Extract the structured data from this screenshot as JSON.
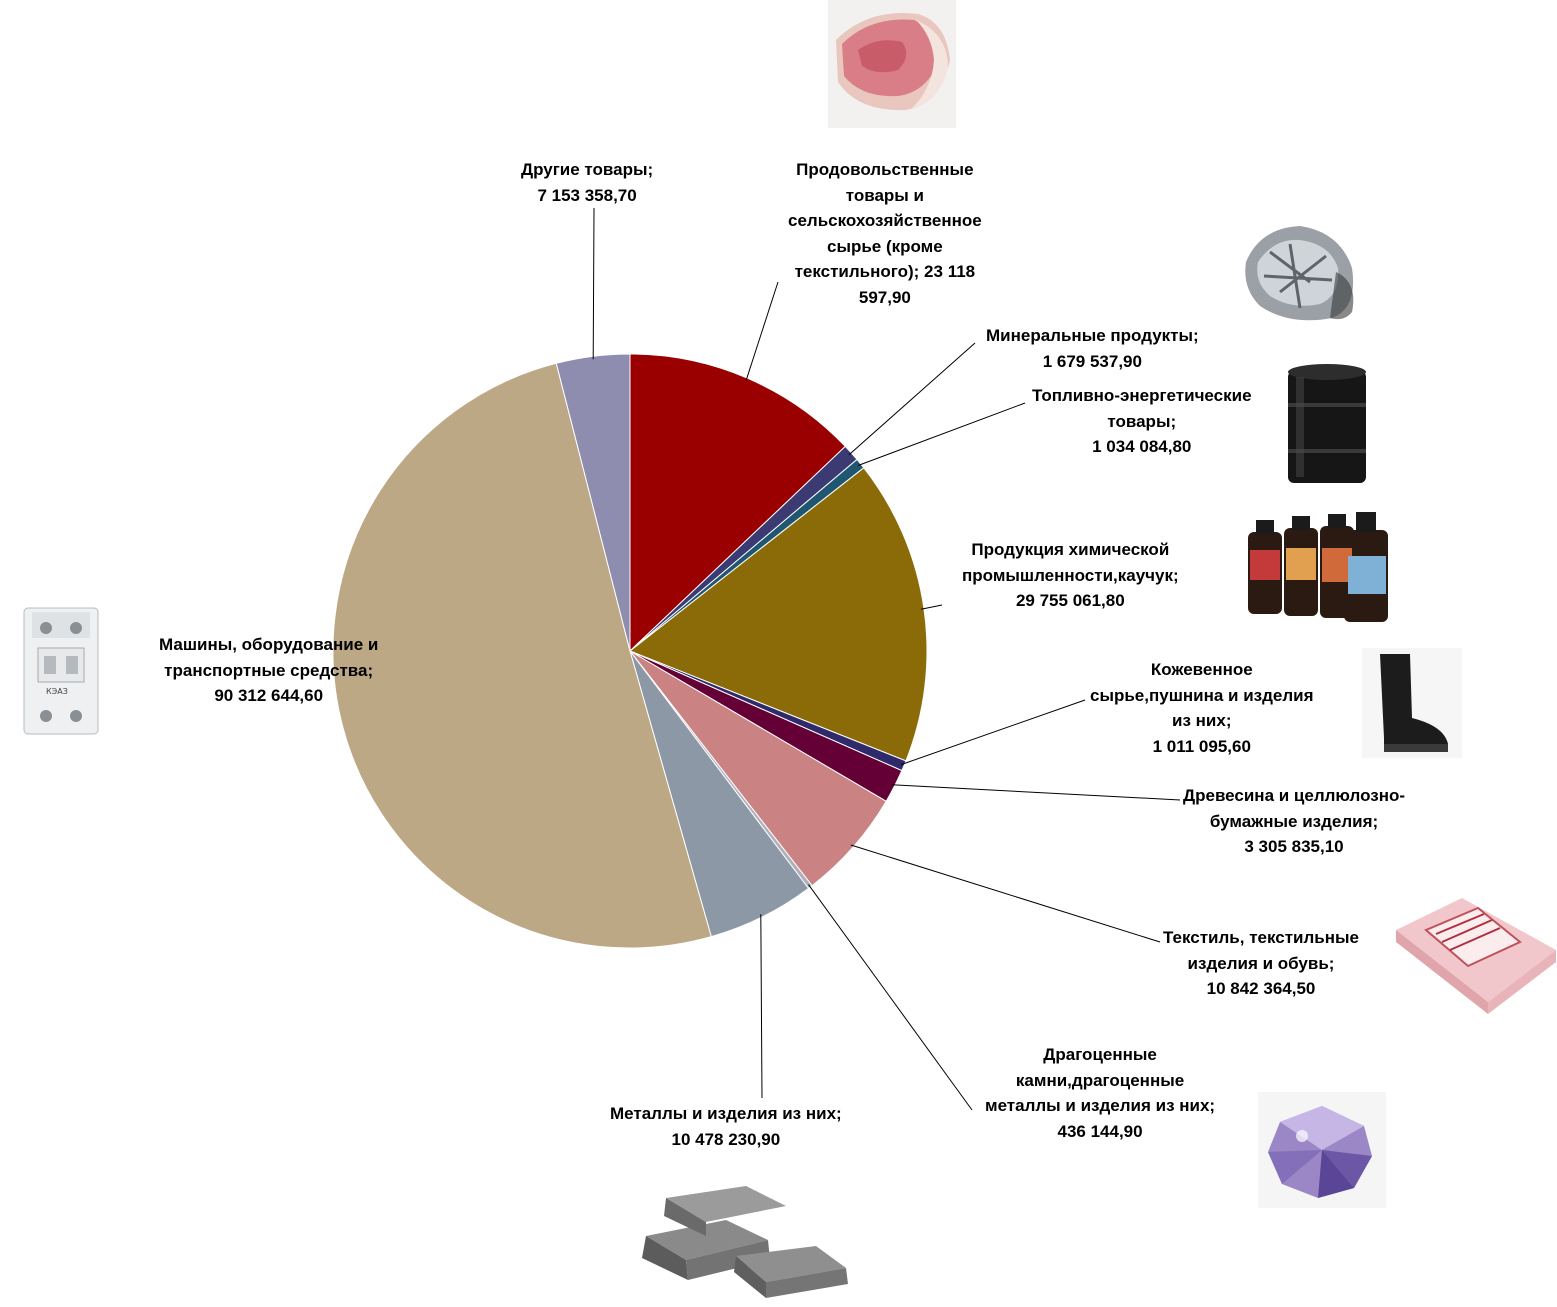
{
  "chart_data": {
    "type": "pie",
    "title": "",
    "start_angle_deg": 0,
    "direction": "clockwise",
    "slices": [
      {
        "label": "Продовольственные товары и сельскохозяйственное сырье (кроме текстильного)",
        "value": 23118597.9,
        "value_text": "23 118 597,90",
        "color": "#9b0000",
        "label_lines": [
          "Продовольственные",
          "товары и",
          "сельскохозяйственное",
          "сырье (кроме",
          "текстильного); 23 118",
          "597,90"
        ]
      },
      {
        "label": "Минеральные продукты",
        "value": 1679537.9,
        "value_text": "1 679 537,90",
        "color": "#3b3a72",
        "label_lines": [
          "Минеральные продукты;",
          "1 679 537,90"
        ]
      },
      {
        "label": "Топливно-энергетические товары",
        "value": 1034084.8,
        "value_text": "1 034 084,80",
        "color": "#1f5672",
        "label_lines": [
          "Топливно-энергетические",
          "товары;",
          "1 034 084,80"
        ]
      },
      {
        "label": "Продукция химической промышленности,каучук",
        "value": 29755061.8,
        "value_text": "29 755 061,80",
        "color": "#8b6b08",
        "label_lines": [
          "Продукция химической",
          "промышленности,каучук;",
          "29 755 061,80"
        ]
      },
      {
        "label": "Кожевенное сырье,пушнина и изделия из них",
        "value": 1011095.6,
        "value_text": "1 011 095,60",
        "color": "#2e2a6b",
        "label_lines": [
          "Кожевенное",
          "сырье,пушнина и изделия",
          "из них;",
          "1 011 095,60"
        ]
      },
      {
        "label": "Древесина и целлюлозно-бумажные изделия",
        "value": 3305835.1,
        "value_text": "3 305 835,10",
        "color": "#640036",
        "label_lines": [
          "Древесина и целлюлозно-",
          "бумажные изделия;",
          "3 305 835,10"
        ]
      },
      {
        "label": "Текстиль, текстильные изделия и обувь",
        "value": 10842364.5,
        "value_text": "10 842 364,50",
        "color": "#cb8282",
        "label_lines": [
          "Текстиль, текстильные",
          "изделия и обувь;",
          "10 842 364,50"
        ]
      },
      {
        "label": "Драгоценные камни,драгоценные металлы и изделия из них",
        "value": 436144.9,
        "value_text": "436 144,90",
        "color": "#b0b0bd",
        "label_lines": [
          "Драгоценные",
          "камни,драгоценные",
          "металлы и изделия из них;",
          "436 144,90"
        ]
      },
      {
        "label": "Металлы и изделия из них",
        "value": 10478230.9,
        "value_text": "10 478 230,90",
        "color": "#8c98a5",
        "label_lines": [
          "Металлы и изделия из них;",
          "10 478 230,90"
        ]
      },
      {
        "label": "Машины, оборудование и транспортные средства",
        "value": 90312644.6,
        "value_text": "90 312 644,60",
        "color": "#bda886",
        "label_lines": [
          "Машины, оборудование и",
          "транспортные средства;",
          "90 312 644,60"
        ]
      },
      {
        "label": "Другие товары",
        "value": 7153358.7,
        "value_text": "7 153 358,70",
        "color": "#8e8db0",
        "label_lines": [
          "Другие товары;",
          "7 153 358,70"
        ]
      }
    ]
  },
  "icons": [
    "meat-icon",
    "aluminium-scrap-icon",
    "oil-barrel-icon",
    "chemical-bottles-icon",
    "leather-boot-icon",
    "paper-pack-icon",
    "gemstone-icon",
    "metal-ingots-icon",
    "circuit-breaker-icon"
  ],
  "decor": {
    "breaker_mark": "КЭАЗ"
  }
}
